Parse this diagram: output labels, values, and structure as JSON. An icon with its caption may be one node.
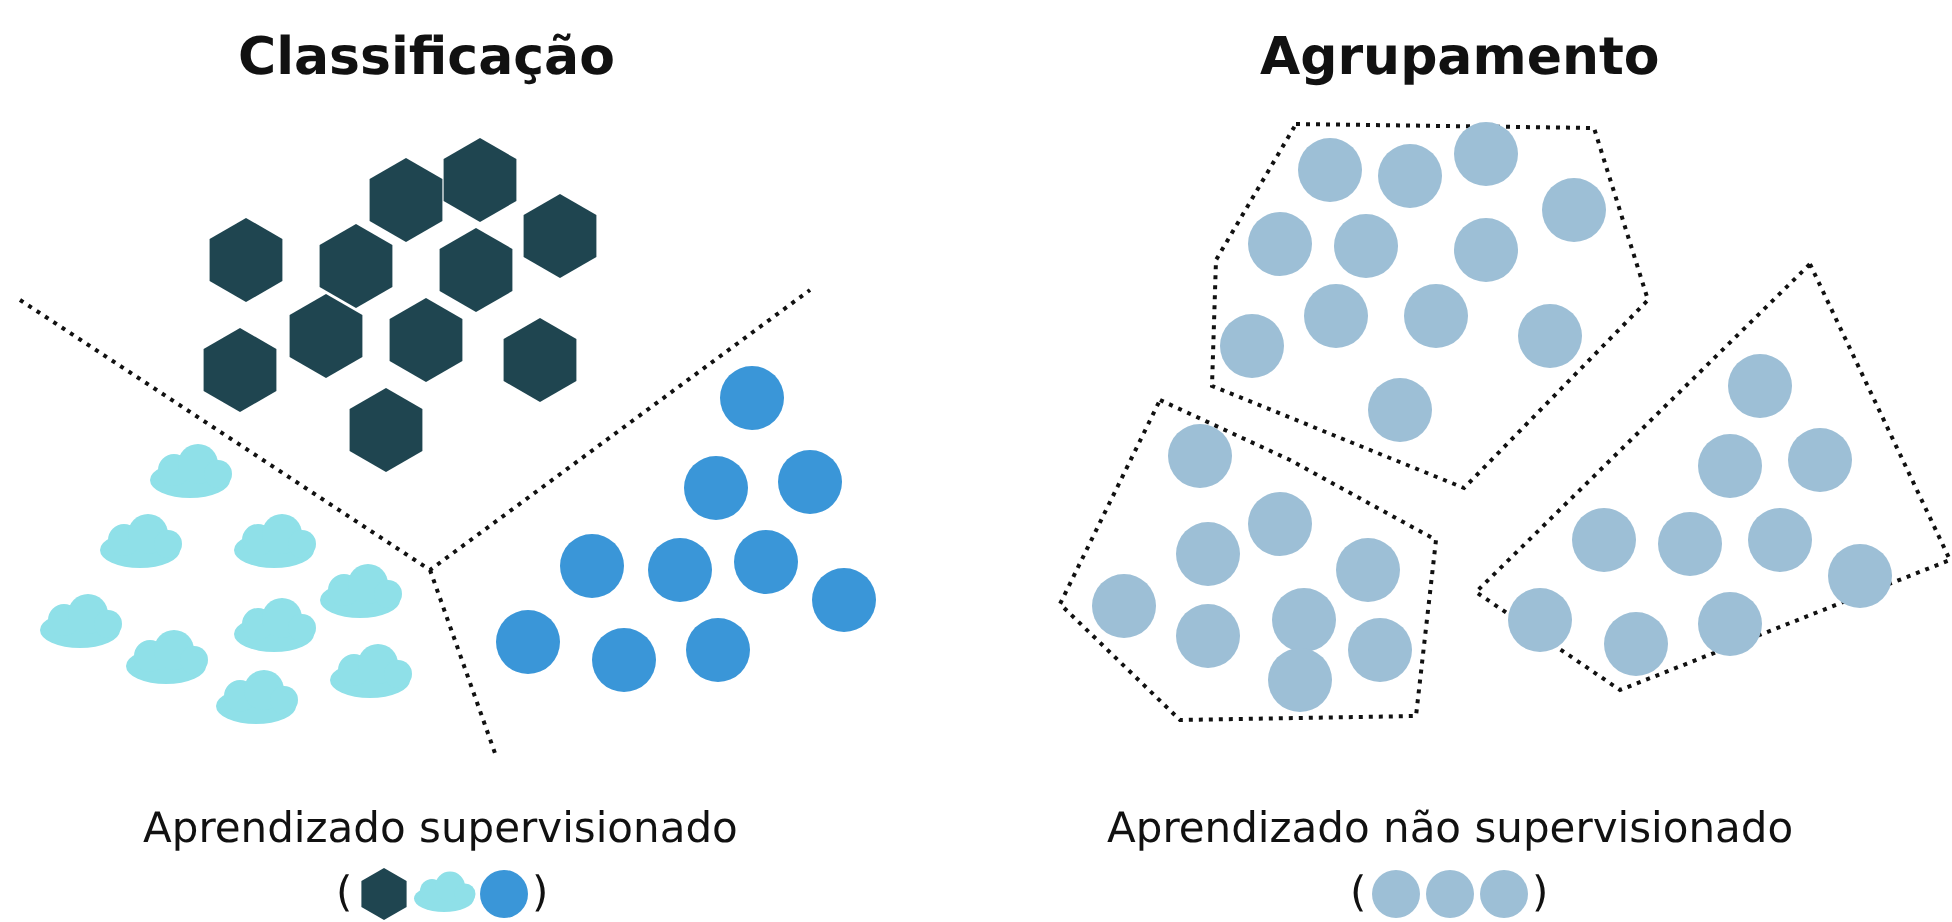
{
  "diagram": {
    "labels": [
      "Classificação",
      "Agrupamento",
      "Aprendizado supervisionado",
      "(",
      ")",
      "Aprendizado não supervisionado",
      "(",
      ")"
    ]
  }
}
